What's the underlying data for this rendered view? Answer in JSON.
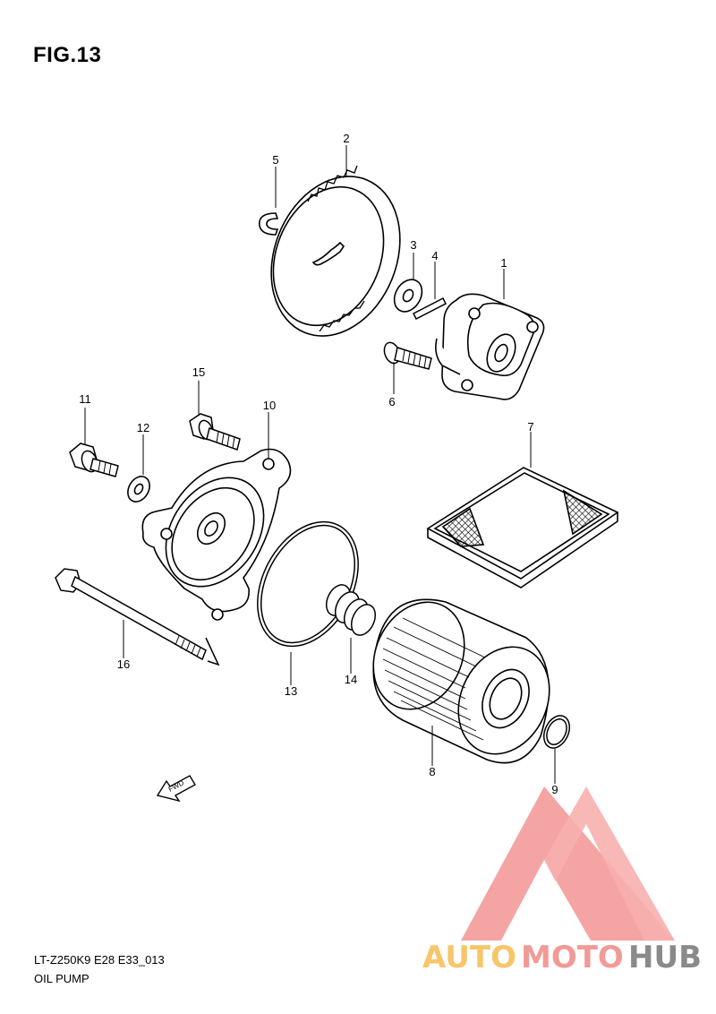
{
  "figure": {
    "title": "FIG.13"
  },
  "callouts": [
    "1",
    "2",
    "3",
    "4",
    "5",
    "6",
    "7",
    "8",
    "9",
    "10",
    "11",
    "12",
    "13",
    "14",
    "15",
    "16"
  ],
  "direction_marker": "FWD",
  "footer": {
    "code": "LT-Z250K9 E28 E33_013",
    "name": "OIL PUMP"
  },
  "watermark": {
    "brand_part1": "AUTO",
    "brand_part2": "MOTO",
    "brand_part3": "HUB",
    "colors": {
      "auto": "#f7c66b",
      "moto": "#f29a97",
      "hub": "#8a8a8a",
      "logo": "#f39a98"
    }
  }
}
